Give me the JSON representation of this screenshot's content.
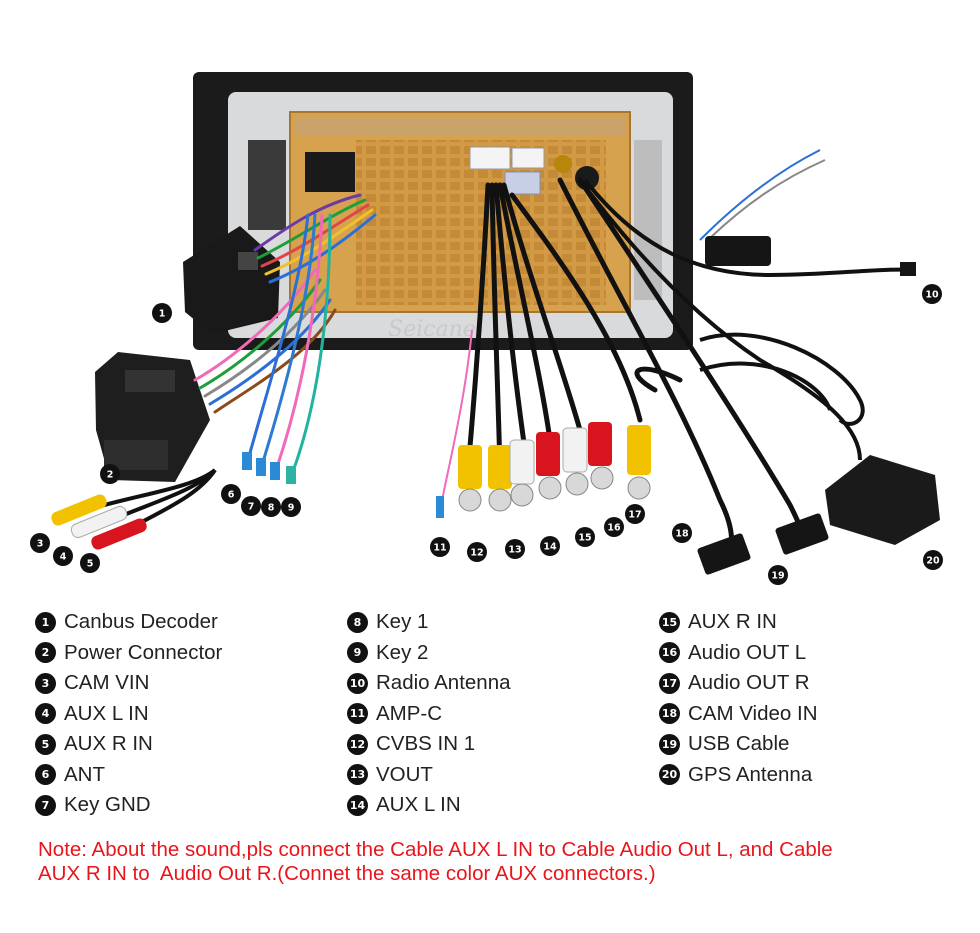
{
  "brand_watermark": "Seicane",
  "legend": [
    {
      "num": "1",
      "label": "Canbus Decoder"
    },
    {
      "num": "2",
      "label": "Power Connector"
    },
    {
      "num": "3",
      "label": "CAM VIN"
    },
    {
      "num": "4",
      "label": "AUX L IN"
    },
    {
      "num": "5",
      "label": "AUX R IN"
    },
    {
      "num": "6",
      "label": "ANT"
    },
    {
      "num": "7",
      "label": "Key GND"
    },
    {
      "num": "8",
      "label": "Key 1"
    },
    {
      "num": "9",
      "label": "Key 2"
    },
    {
      "num": "10",
      "label": "Radio Antenna"
    },
    {
      "num": "11",
      "label": "AMP-C"
    },
    {
      "num": "12",
      "label": "CVBS IN 1"
    },
    {
      "num": "13",
      "label": "VOUT"
    },
    {
      "num": "14",
      "label": "AUX L IN"
    },
    {
      "num": "15",
      "label": "AUX R IN"
    },
    {
      "num": "16",
      "label": "Audio OUT L"
    },
    {
      "num": "17",
      "label": "Audio OUT R"
    },
    {
      "num": "18",
      "label": "CAM Video IN"
    },
    {
      "num": "19",
      "label": "USB Cable"
    },
    {
      "num": "20",
      "label": "GPS Antenna"
    }
  ],
  "note_line1": "Note: About the sound,pls connect the Cable AUX L IN to Cable Audio Out L, and Cable",
  "note_line2": "AUX R IN to  Audio Out R.(Connet the same color AUX connectors.)",
  "colors": {
    "note": "#e8161c",
    "rca_yellow": "#f2c200",
    "rca_red": "#d8141e",
    "rca_white": "#f2f2f2",
    "panel_gold": "#d8a04c",
    "cable_black": "#111111"
  }
}
